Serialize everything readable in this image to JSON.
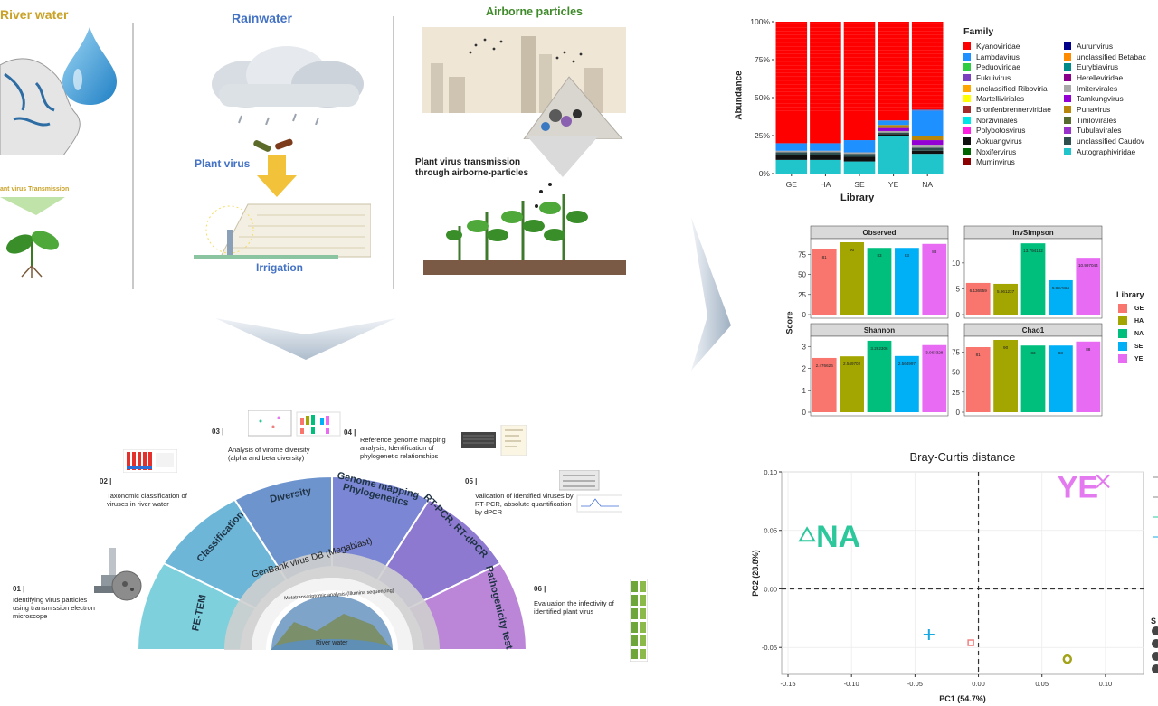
{
  "routes": {
    "river": {
      "title": "River water",
      "transmission": "ant virus Transmission"
    },
    "rain": {
      "title": "Rainwater",
      "plant_virus": "Plant virus",
      "irrigation": "Irrigation"
    },
    "air": {
      "title": "Airborne particles",
      "caption_line1": "Plant virus transmission",
      "caption_line2": "through airborne-particles"
    }
  },
  "workflow": {
    "steps": [
      {
        "num": "01 |",
        "text": "Identifying virus particles using transmission electron microscope"
      },
      {
        "num": "02 |",
        "text": "Taxonomic classification of viruses in river water"
      },
      {
        "num": "03 |",
        "text": "Analysis of virome  diversity (alpha and beta diversity)"
      },
      {
        "num": "04 |",
        "text": "Reference genome mapping analysis, Identification of phylogenetic relationships"
      },
      {
        "num": "05 |",
        "text": "Validation of identified viruses by RT-PCR, absolute quantification by dPCR"
      },
      {
        "num": "06 |",
        "text": "Evaluation the infectivity of identified  plant virus"
      }
    ],
    "segments": [
      "FE-TEM",
      "Classification",
      "Diversity",
      "Genome mapping\nPhylogenetics",
      "RT-PCR, RT-dPCR",
      "Pathogenicity test"
    ],
    "genbank": "GenBank virus DB (Megablast)",
    "meta": "Metatranscriptomic analysis (Illumina sequencing)",
    "center": "River water"
  },
  "stacked": {
    "ylabel": "Abundance",
    "xlabel": "Library",
    "yticks": [
      "0%",
      "25%",
      "50%",
      "75%",
      "100%"
    ],
    "legend_title": "Family",
    "legend_col1": [
      {
        "name": "Kyanoviridae",
        "color": "#FF0000"
      },
      {
        "name": "Lambdavirus",
        "color": "#1E90FF"
      },
      {
        "name": "Peduoviridae",
        "color": "#2ECC40"
      },
      {
        "name": "Fukuivirus",
        "color": "#7B3FBF"
      },
      {
        "name": "unclassified Riboviria",
        "color": "#FFA500"
      },
      {
        "name": "Martelliviriales",
        "color": "#FFFF00"
      },
      {
        "name": "Bronfenbrennerviridae",
        "color": "#A52A2A"
      },
      {
        "name": "Norziviriales",
        "color": "#00E5E5"
      },
      {
        "name": "Polybotosvirus",
        "color": "#FF1FE0"
      },
      {
        "name": "Aokuangvirus",
        "color": "#111111"
      },
      {
        "name": "Noxifervirus",
        "color": "#006400"
      },
      {
        "name": "Muminvirus",
        "color": "#8B0000"
      }
    ],
    "legend_col2": [
      {
        "name": "Aurunvirus",
        "color": "#00008B"
      },
      {
        "name": "unclassified Betabac",
        "color": "#FF8C00"
      },
      {
        "name": "Eurybiavirus",
        "color": "#008B8B"
      },
      {
        "name": "Herelleviridae",
        "color": "#8B008B"
      },
      {
        "name": "Imitervirales",
        "color": "#A9A9A9"
      },
      {
        "name": "Tamkungvirus",
        "color": "#9400D3"
      },
      {
        "name": "Punavirus",
        "color": "#B8860B"
      },
      {
        "name": "Timlovirales",
        "color": "#556B2F"
      },
      {
        "name": "Tubulavirales",
        "color": "#9932CC"
      },
      {
        "name": "unclassified Caudov",
        "color": "#2F4F4F"
      },
      {
        "name": "Autographiviridae",
        "color": "#20C5CC"
      }
    ]
  },
  "chart_data": [
    {
      "type": "bar",
      "title": "",
      "xlabel": "Library",
      "ylabel": "Abundance",
      "categories": [
        "GE",
        "HA",
        "SE",
        "YE",
        "NA"
      ],
      "series": [
        {
          "name": "Autographiviridae",
          "values": [
            9,
            9,
            8,
            25,
            13
          ]
        },
        {
          "name": "Aokuangvirus",
          "values": [
            3,
            3,
            3,
            1,
            2
          ]
        },
        {
          "name": "unclassified Caudov",
          "values": [
            2,
            2,
            2,
            1,
            2
          ]
        },
        {
          "name": "Imitervirales",
          "values": [
            1,
            1,
            1,
            1,
            2
          ]
        },
        {
          "name": "Tamkungvirus",
          "values": [
            0,
            0,
            0,
            2,
            3
          ]
        },
        {
          "name": "Punavirus",
          "values": [
            0,
            0,
            0,
            2,
            3
          ]
        },
        {
          "name": "Lambdavirus",
          "values": [
            5,
            5,
            8,
            3,
            17
          ]
        },
        {
          "name": "Kyanoviridae",
          "values": [
            80,
            80,
            78,
            65,
            58
          ]
        }
      ],
      "ylim": [
        0,
        100
      ]
    },
    {
      "type": "bar",
      "title": "Observed",
      "categories": [
        "GE",
        "HA",
        "NA",
        "SE",
        "YE"
      ],
      "values": [
        81,
        90,
        83,
        83,
        88
      ],
      "ylim": [
        0,
        90
      ],
      "yticks": [
        "0",
        "25",
        "50",
        "75"
      ]
    },
    {
      "type": "bar",
      "title": "InvSimpson",
      "categories": [
        "GE",
        "HA",
        "NA",
        "SE",
        "YE"
      ],
      "values": [
        6.136559,
        5.961237,
        13.794182,
        6.657653,
        10.997044
      ],
      "ylim": [
        0,
        14
      ],
      "yticks": [
        "0",
        "5",
        "10"
      ]
    },
    {
      "type": "bar",
      "title": "Shannon",
      "categories": [
        "GE",
        "HA",
        "NA",
        "SE",
        "YE"
      ],
      "values": [
        2.476626,
        2.549702,
        3.262306,
        2.564997,
        3.063328
      ],
      "ylim": [
        0,
        3.3
      ],
      "yticks": [
        "0",
        "1",
        "2",
        "3"
      ]
    },
    {
      "type": "bar",
      "title": "Chao1",
      "categories": [
        "GE",
        "HA",
        "NA",
        "SE",
        "YE"
      ],
      "values": [
        81,
        90,
        83,
        83,
        88
      ],
      "ylim": [
        0,
        90
      ],
      "yticks": [
        "0",
        "25",
        "50",
        "75"
      ]
    },
    {
      "type": "scatter",
      "title": "Bray-Curtis distance",
      "xlabel": "PC1 (54.7%)",
      "ylabel": "PC2 (28.8%)",
      "xlim": [
        -0.155,
        0.13
      ],
      "ylim": [
        -0.073,
        0.1
      ],
      "xticks": [
        "-0.15",
        "-0.10",
        "-0.05",
        "0.00",
        "0.05",
        "0.10"
      ],
      "yticks": [
        "-0.05",
        "0.00",
        "0.05",
        "0.10"
      ],
      "points": [
        {
          "label": "NA",
          "x": -0.135,
          "y": 0.045,
          "color": "#2DC79C",
          "marker": "triangle"
        },
        {
          "label": "YE",
          "x": 0.098,
          "y": 0.092,
          "color": "#E37AF0",
          "marker": "x"
        },
        {
          "label": "",
          "x": -0.039,
          "y": -0.039,
          "color": "#18A9E0",
          "marker": "plus"
        },
        {
          "label": "",
          "x": -0.006,
          "y": -0.046,
          "color": "#F08080",
          "marker": "square"
        },
        {
          "label": "",
          "x": 0.07,
          "y": -0.06,
          "color": "#A3A31A",
          "marker": "circle"
        }
      ]
    }
  ],
  "alpha": {
    "score_label": "Score",
    "legend_title": "Library",
    "legend": [
      {
        "name": "GE",
        "color": "#F8766D"
      },
      {
        "name": "HA",
        "color": "#A3A500"
      },
      {
        "name": "NA",
        "color": "#00BF7D"
      },
      {
        "name": "SE",
        "color": "#00B0F6"
      },
      {
        "name": "YE",
        "color": "#E76BF3"
      }
    ],
    "bar_colors": [
      "#F8766D",
      "#A3A500",
      "#00BF7D",
      "#00B0F6",
      "#E76BF3"
    ],
    "labels": {
      "Observed": [
        "81",
        "90",
        "83",
        "83",
        "88"
      ],
      "InvSimpson": [
        "6.136559",
        "5.961237",
        "13.794182",
        "6.657653",
        "10.997044"
      ],
      "Shannon": [
        "2.476626",
        "2.549702",
        "3.262306",
        "2.564997",
        "3.063328"
      ],
      "Chao1": [
        "81",
        "90",
        "83",
        "83",
        "88"
      ]
    }
  },
  "pcoa_partial_legend": "S"
}
